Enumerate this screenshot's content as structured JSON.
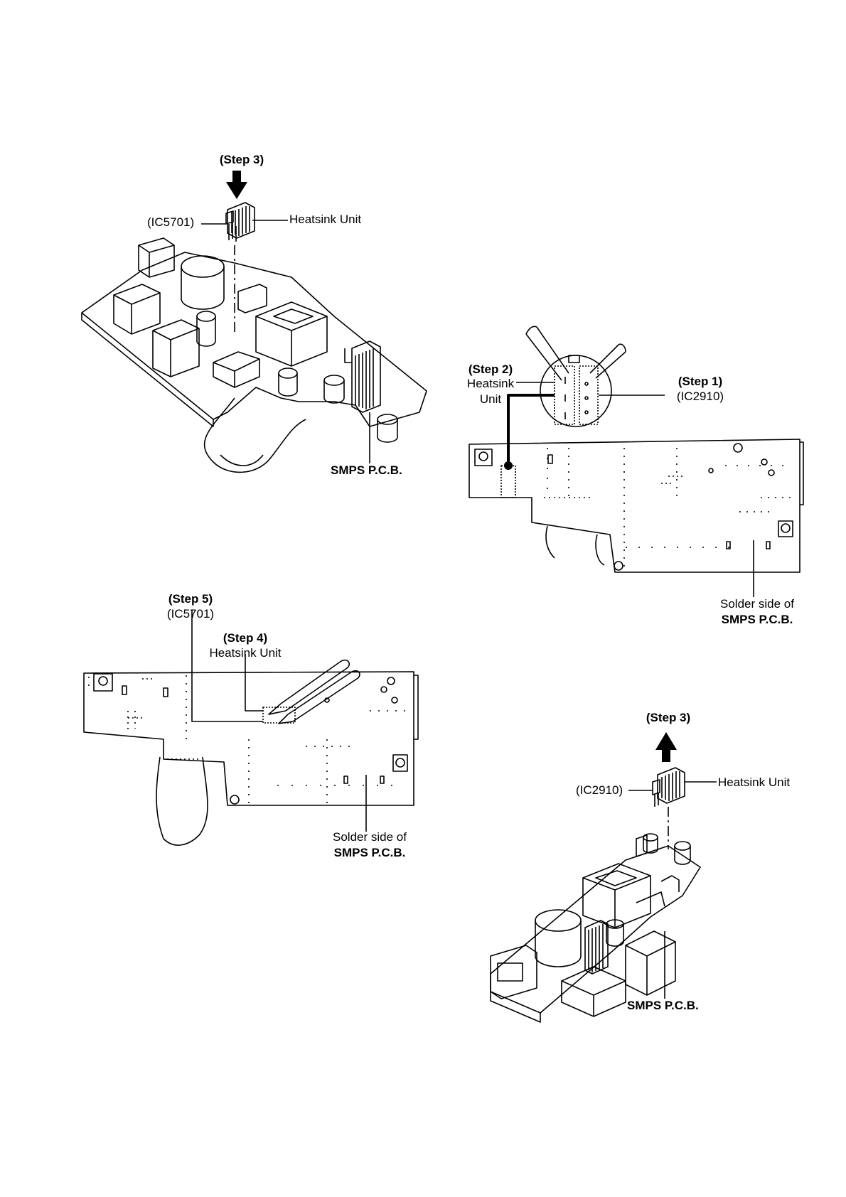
{
  "fig_top_left": {
    "step3": "(Step 3)",
    "ic": "(IC5701)",
    "heatsink": "Heatsink Unit",
    "pcb": "SMPS P.C.B."
  },
  "fig_top_right": {
    "step2": "(Step 2)",
    "heatsink_line1": "Heatsink",
    "heatsink_line2": "Unit",
    "step1": "(Step 1)",
    "ic": "(IC2910)",
    "solder_line1": "Solder side of",
    "solder_line2": "SMPS P.C.B."
  },
  "fig_bottom_left": {
    "step5": "(Step 5)",
    "ic": "(IC5701)",
    "step4": "(Step 4)",
    "heatsink": "Heatsink Unit",
    "solder_line1": "Solder side of",
    "solder_line2": "SMPS P.C.B."
  },
  "fig_bottom_right": {
    "step3": "(Step 3)",
    "ic": "(IC2910)",
    "heatsink": "Heatsink Unit",
    "pcb": "SMPS P.C.B."
  }
}
